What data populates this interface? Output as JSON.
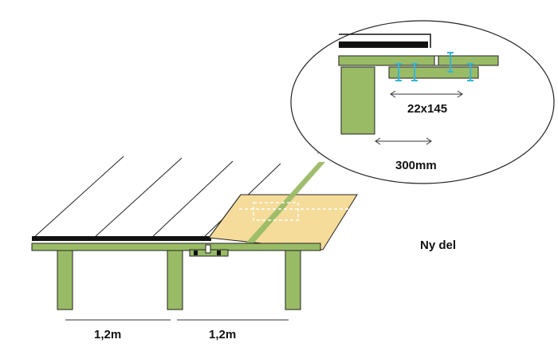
{
  "labels": {
    "span_left": "1,2m",
    "span_right": "1,2m",
    "new_part": "Ny del",
    "board_size": "22x145",
    "overlap_length": "300mm"
  },
  "colors": {
    "beam": "#99bb66",
    "new_panel": "#f5dc9a",
    "screw": "#33b5d8",
    "outline": "#111111",
    "slab_edge": "#ffffff"
  }
}
